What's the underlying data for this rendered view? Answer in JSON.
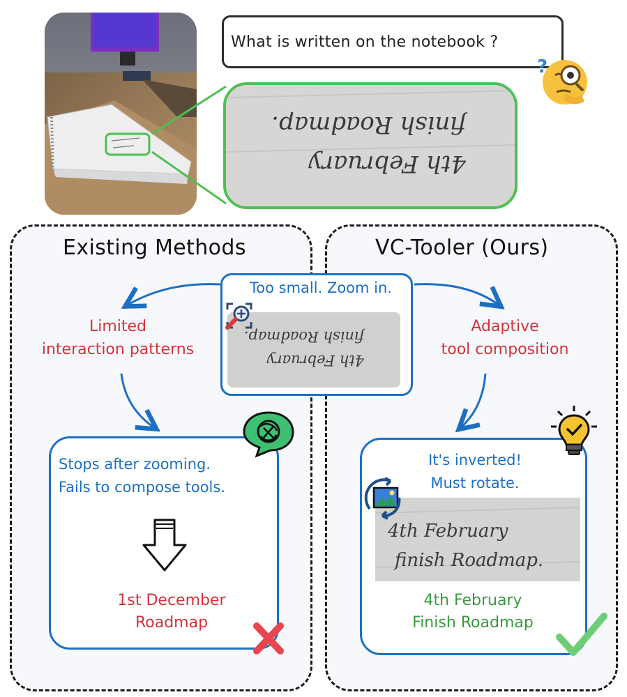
{
  "question": "What is written on the notebook ?",
  "panels": {
    "existing": {
      "title": "Existing Methods",
      "label_line1": "Limited",
      "label_line2": "interaction patterns",
      "result_line1": "Stops after zooming.",
      "result_line2": "Fails to compose tools.",
      "answer_line1": "1st December",
      "answer_line2": "Roadmap"
    },
    "ours": {
      "title": "VC-Tooler (Ours)",
      "label_line1": "Adaptive",
      "label_line2": "tool composition",
      "result_line1": "It's inverted!",
      "result_line2": "Must rotate.",
      "answer_line1": "4th February",
      "answer_line2": "Finish Roadmap"
    }
  },
  "callout": {
    "text": "Too small. Zoom in."
  },
  "handwriting": {
    "line1": "4th February",
    "line2": "finish Roadmap."
  },
  "colors": {
    "blue": "#1d6fc4",
    "red": "#d3333a",
    "green": "#3a9a3d",
    "zoom_border": "#4fbf52"
  },
  "icons": {
    "thinking": "thinking-face-icon",
    "zoom": "magnifier-icon",
    "chatgpt": "chatgpt-logo-icon",
    "idea": "lightbulb-icon",
    "rotate": "rotate-image-icon",
    "down": "down-arrow-icon",
    "wrong": "cross-icon",
    "right": "check-icon"
  }
}
